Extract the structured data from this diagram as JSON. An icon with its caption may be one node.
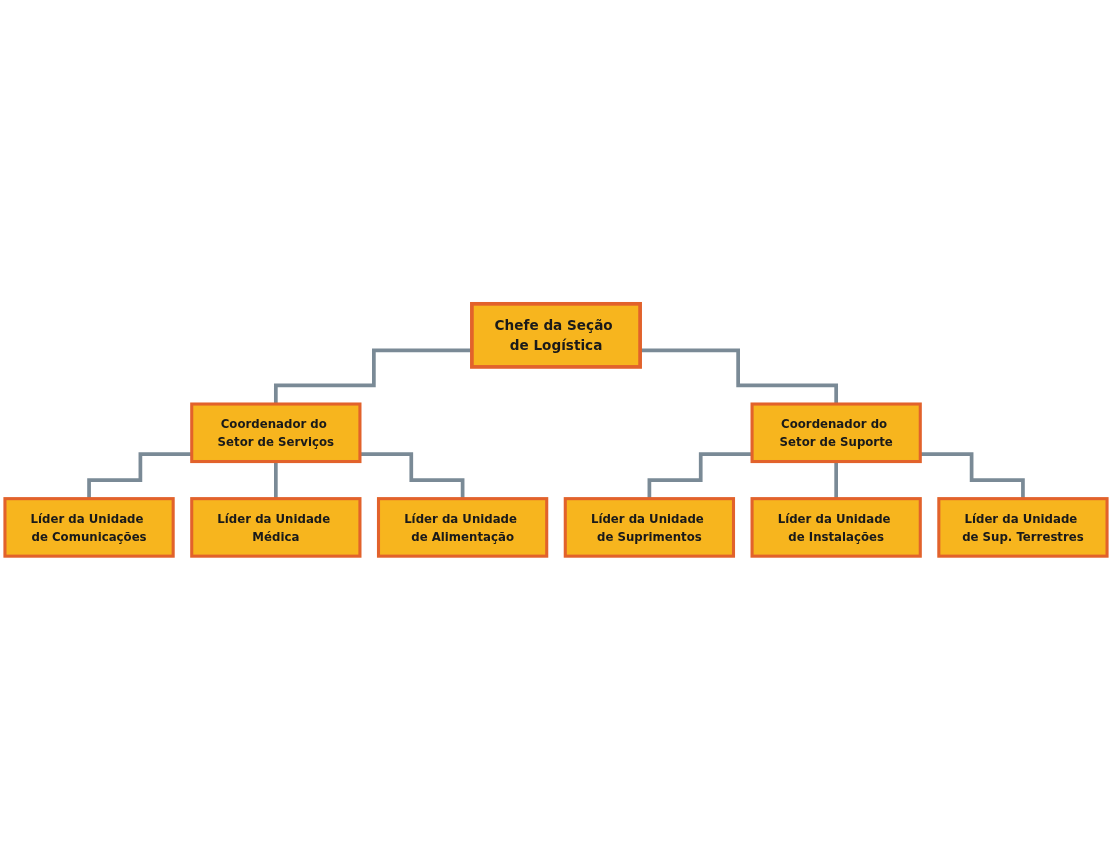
{
  "diagram": {
    "nodes": [
      {
        "text": [
          "Chefe da Seção de Logística"
        ]
      },
      {
        "text": [
          "Coordenador do Setor de Serviços"
        ]
      },
      {
        "text": [
          "Coordenador do Setor de Suporte"
        ]
      },
      {
        "text": [
          "Líder da Unidade de Comunicações"
        ]
      },
      {
        "text": [
          "Líder da Unidade Médica"
        ]
      },
      {
        "text": [
          "Líder da Unidade de Alimentação"
        ]
      },
      {
        "text": [
          "Líder da Unidade de Suprimentos"
        ]
      },
      {
        "text": [
          "Líder da Unidade de Instalações"
        ]
      },
      {
        "text": [
          "Líder da Unidade de Sup. Terrestres"
        ]
      }
    ],
    "edges": [
      {
        "from": 0,
        "to": 1,
        "arrow": "none"
      },
      {
        "from": 0,
        "to": 2,
        "arrow": "none"
      },
      {
        "from": 1,
        "to": 3,
        "arrow": "none"
      },
      {
        "from": 1,
        "to": 4,
        "arrow": "none"
      },
      {
        "from": 1,
        "to": 5,
        "arrow": "none"
      },
      {
        "from": 2,
        "to": 6,
        "arrow": "none"
      },
      {
        "from": 2,
        "to": 7,
        "arrow": "none"
      },
      {
        "from": 2,
        "to": 8,
        "arrow": "none"
      }
    ]
  }
}
